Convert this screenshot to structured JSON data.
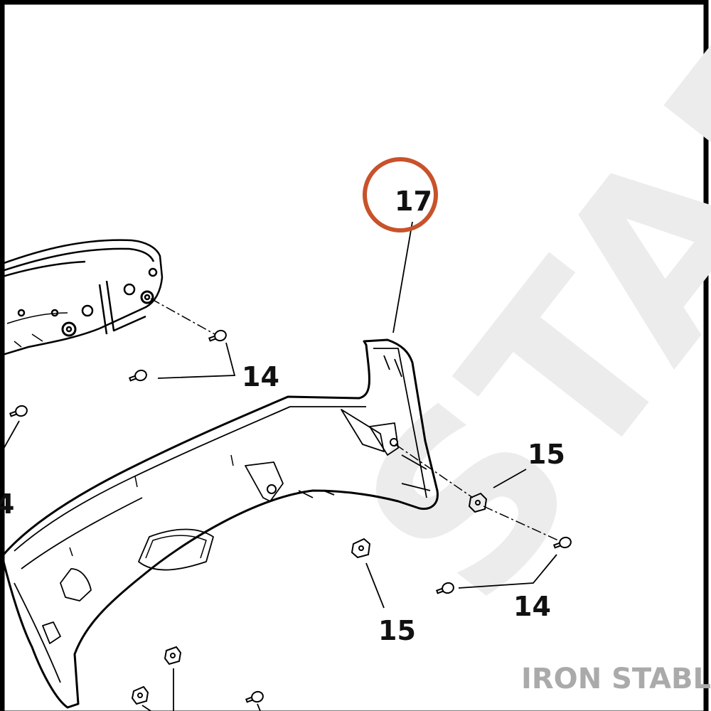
{
  "diagram": {
    "highlight_color": "#c8522a",
    "watermark_color": "#ececec",
    "callouts": {
      "part_17": "17",
      "fastener_14_upper": "14",
      "fastener_14_left_partial": "4",
      "clip_15_right": "15",
      "clip_15_lower": "15",
      "fastener_14_lower_right": "14"
    },
    "watermark_text": "STABLE",
    "brand_text": "IRON STABLE"
  }
}
